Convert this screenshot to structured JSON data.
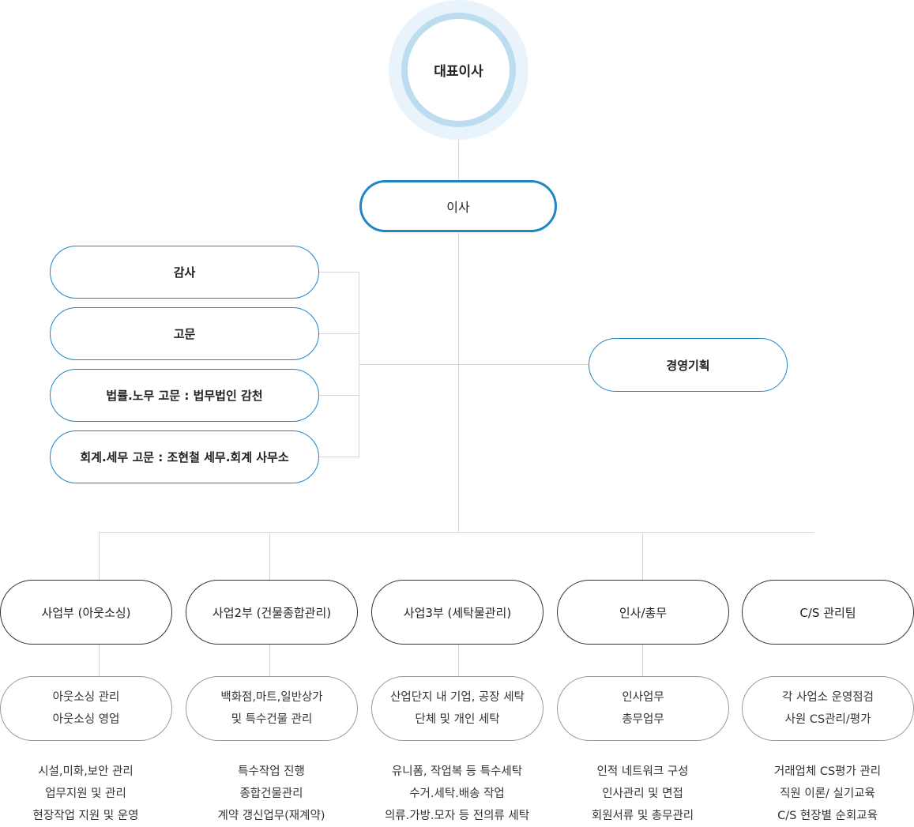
{
  "ceo": {
    "label": "대표이사"
  },
  "director": {
    "label": "이사"
  },
  "advisors": [
    {
      "label": "감사"
    },
    {
      "label": "고문"
    },
    {
      "label": "법률.노무 고문 : 법무법인 감천"
    },
    {
      "label": "회계.세무 고문 : 조현철 세무.회계 사무소"
    }
  ],
  "planning": {
    "label": "경영기획"
  },
  "departments": [
    {
      "label": "사업부 (아웃소싱)",
      "roles": [
        "아웃소싱 관리",
        "아웃소싱 영업"
      ],
      "tasks": [
        "시설,미화,보안 관리",
        "업무지원 및 관리",
        "현장작업 지원 및 운영"
      ]
    },
    {
      "label": "사업2부 (건물종합관리)",
      "roles": [
        "백화점,마트,일반상가",
        "및 특수건물 관리"
      ],
      "tasks": [
        "특수작업 진행",
        "종합건물관리",
        "계약 갱신업무(재계약)"
      ]
    },
    {
      "label": "사업3부 (세탁물관리)",
      "roles": [
        "산업단지 내 기업, 공장 세탁",
        "단체 및 개인 세탁"
      ],
      "tasks": [
        "유니폼, 작업복 등 특수세탁",
        "수거.세탁.배송 작업",
        "의류.가방.모자 등 전의류 세탁"
      ]
    },
    {
      "label": "인사/총무",
      "roles": [
        "인사업무",
        "총무업무"
      ],
      "tasks": [
        "인적 네트워크 구성",
        "인사관리 및 면접",
        "회원서류 및 총무관리"
      ]
    },
    {
      "label": "C/S 관리팀",
      "roles": [
        "각 사업소 운영점검",
        "사원 CS관리/평가"
      ],
      "tasks": [
        "거래업체 CS평가 관리",
        "직원 이론/ 실기교육",
        "C/S 현장별 순회교육"
      ]
    }
  ]
}
